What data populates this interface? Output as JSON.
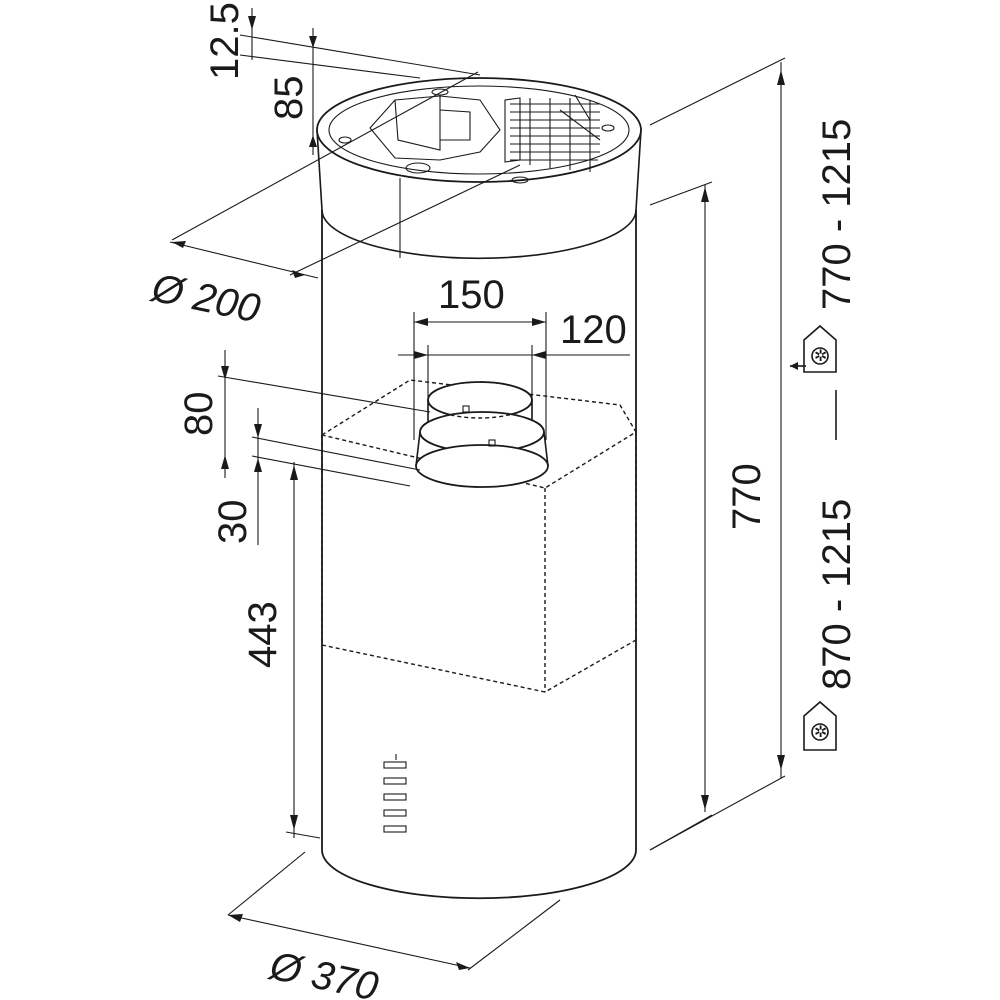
{
  "dimensions": {
    "top_flange": "12.5",
    "ring_height": "85",
    "top_diameter": "Ø 200",
    "outlet_width": "150",
    "outlet_inner": "120",
    "outlet_height": "80",
    "outlet_offset": "30",
    "lower_height": "443",
    "body_height": "770",
    "body_diameter": "Ø 370",
    "range_recirc": "770 - 1215",
    "range_extract": "870 - 1215"
  },
  "icons": {
    "recirculation": "house-recirculation-icon",
    "extraction": "house-extraction-icon"
  },
  "colors": {
    "line": "#1a1a1a",
    "background": "#ffffff"
  }
}
